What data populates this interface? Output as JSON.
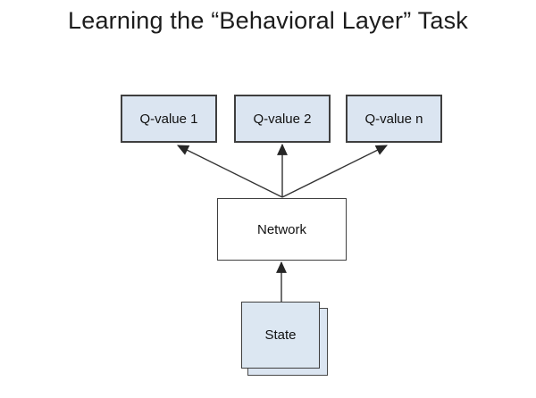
{
  "title": "Learning the “Behavioral Layer” Task",
  "diagram": {
    "nodes": {
      "q1": {
        "label": "Q-value 1"
      },
      "q2": {
        "label": "Q-value 2"
      },
      "qn": {
        "label": "Q-value n"
      },
      "network": {
        "label": "Network"
      },
      "state": {
        "label": "State",
        "stacked": true
      }
    },
    "edges": [
      {
        "from": "network",
        "to": "q1",
        "arrowhead": "filled-triangle"
      },
      {
        "from": "network",
        "to": "q2",
        "arrowhead": "filled-triangle"
      },
      {
        "from": "network",
        "to": "qn",
        "arrowhead": "filled-triangle"
      },
      {
        "from": "state",
        "to": "network",
        "arrowhead": "filled-triangle"
      }
    ],
    "colors": {
      "node_fill": "#dbe5f1",
      "network_fill": "#ffffff",
      "node_border": "#3f3f3f",
      "arrow": "#262626",
      "title_text": "#1c1c1c",
      "background": "#ffffff"
    }
  }
}
